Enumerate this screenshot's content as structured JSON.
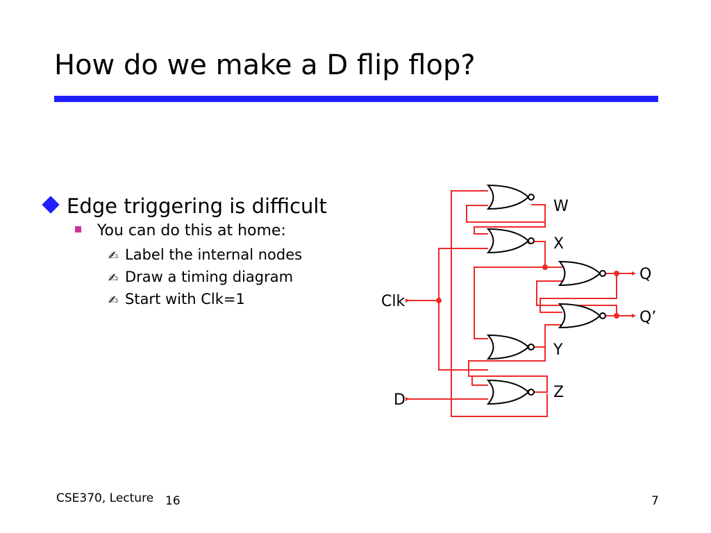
{
  "slide": {
    "title": "How do we make a D flip flop?",
    "bullets": {
      "level1": "Edge triggering is difficult",
      "level2": "You can do this at home:",
      "level3": [
        "Label the internal nodes",
        "Draw a timing diagram",
        "Start with Clk=1"
      ],
      "level3_marker": "✍"
    }
  },
  "diagram": {
    "labels": {
      "w": "W",
      "x": "X",
      "q": "Q",
      "qbar": "Q’",
      "y": "Y",
      "z": "Z",
      "clk": "Clk",
      "d": "D"
    },
    "gates": [
      "nor-gate-w",
      "nor-gate-x",
      "nor-gate-q",
      "nor-gate-qbar",
      "nor-gate-y",
      "nor-gate-z"
    ]
  },
  "footer": {
    "course": "CSE370, Lecture",
    "lecture_number": "16",
    "page_number": "7"
  },
  "colors": {
    "title_rule": "#1f1fff",
    "level1_marker": "#1f1fff",
    "level2_marker": "#cc3399",
    "wire": "#ee2a2a",
    "gate": "#000000"
  }
}
